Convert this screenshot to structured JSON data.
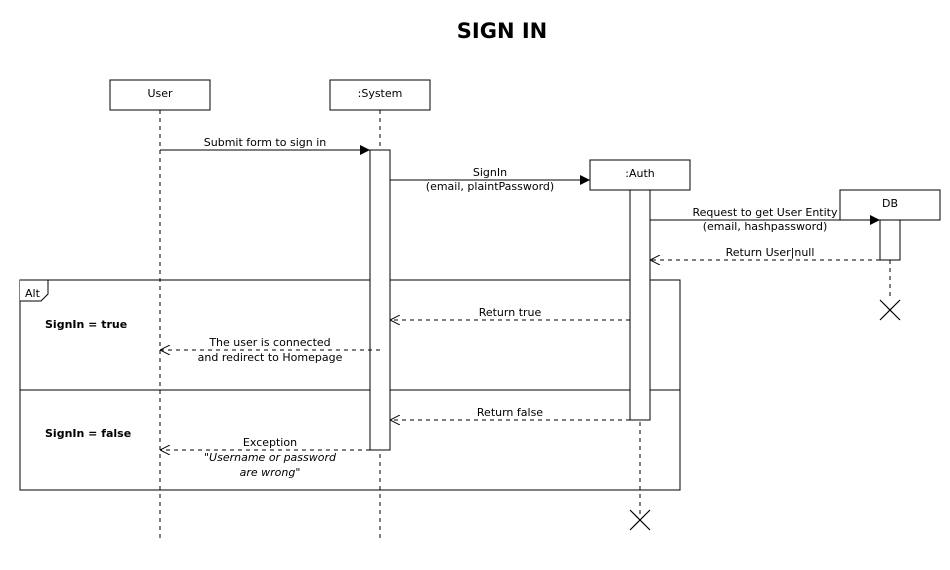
{
  "title": "SIGN IN",
  "participants": {
    "user": "User",
    "system": ":System",
    "auth": ":Auth",
    "db": "DB"
  },
  "messages": {
    "submit": "Submit form to sign in",
    "signin_line1": "SignIn",
    "signin_line2": "(email, plaintPassword)",
    "request_line1": "Request to get User Entity",
    "request_line2": "(email, hashpassword)",
    "return_user": "Return User|null",
    "return_true": "Return true",
    "connected_line1": "The user is connected",
    "connected_line2": "and redirect to Homepage",
    "return_false": "Return false",
    "exception_line1": "Exception",
    "exception_line2": "\"Username or password",
    "exception_line3": "are wrong\""
  },
  "fragment": {
    "type": "Alt",
    "guard_true": "SignIn = true",
    "guard_false": "SignIn = false"
  }
}
